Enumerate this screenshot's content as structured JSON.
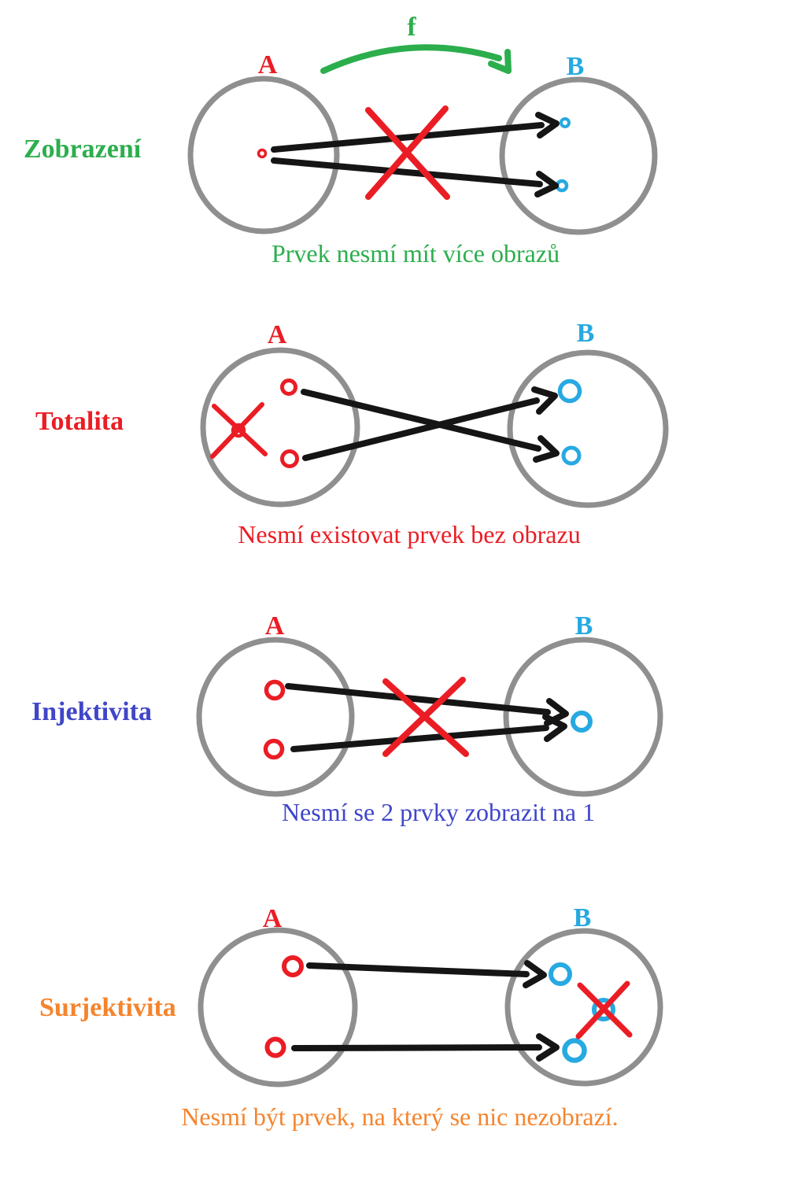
{
  "page": {
    "background": "#ffffff"
  },
  "colors": {
    "green": "#2cae4d",
    "red": "#ea1d25",
    "blue": "#27a9e1",
    "indigo": "#4046c8",
    "orange": "#f5842d",
    "gray": "#8f8f8f",
    "black": "#151515",
    "white": "#ffffff"
  },
  "rows": [
    {
      "key": "zobrazeni",
      "title": "Zobrazení",
      "function_label": "f",
      "set_a_label": "A",
      "set_b_label": "B",
      "caption": "Prvek nesmí mít více obrazů"
    },
    {
      "key": "totalita",
      "title": "Totalita",
      "set_a_label": "A",
      "set_b_label": "B",
      "caption": "Nesmí existovat prvek bez obrazu"
    },
    {
      "key": "injektivita",
      "title": "Injektivita",
      "set_a_label": "A",
      "set_b_label": "B",
      "caption": "Nesmí se 2 prvky zobrazit na 1"
    },
    {
      "key": "surjektivita",
      "title": "Surjektivita",
      "set_a_label": "A",
      "set_b_label": "B",
      "caption": "Nesmí být prvek, na který se nic nezobrazí."
    }
  ]
}
